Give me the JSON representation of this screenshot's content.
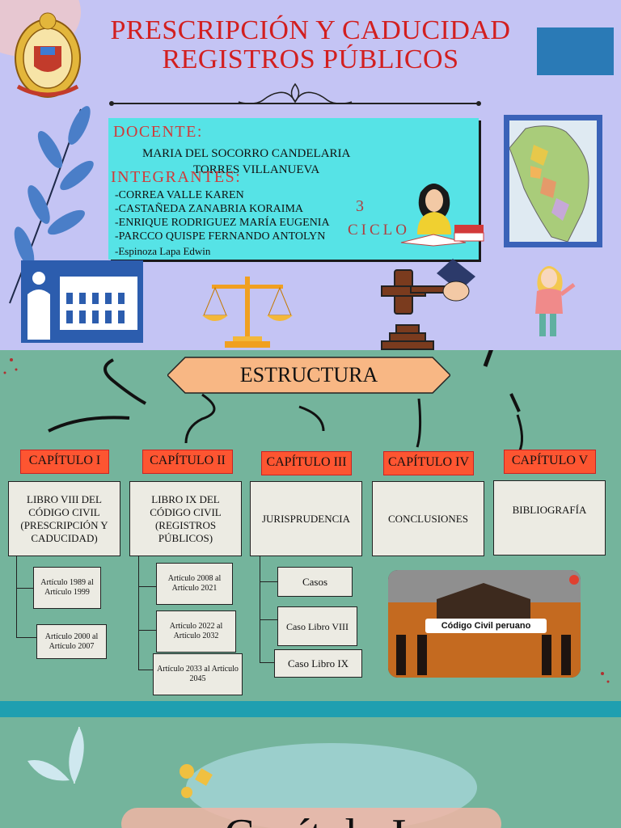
{
  "title": {
    "line1": "PRESCRIPCIÓN Y CADUCIDAD",
    "line2": "REGISTROS PÚBLICOS"
  },
  "info": {
    "docente_label": "DOCENTE:",
    "docente_name_1": "MARIA DEL SOCORRO CANDELARIA",
    "docente_name_2": "TORRES VILLANUEVA",
    "integrantes_label": "INTEGRANTES:",
    "members": [
      "-CORREA VALLE KAREN",
      "-CASTAÑEDA ZANABRIA KORAIMA",
      "-ENRIQUE RODRIGUEZ MARÍA EUGENIA",
      "-PARCCO QUISPE FERNANDO ANTOLYN",
      "-Espinoza Lapa Edwin"
    ],
    "cycle_number": "3",
    "cycle_label": "CICLO"
  },
  "estructura": "ESTRUCTURA",
  "chapters": [
    {
      "label": "CAPÍTULO I",
      "content": "LIBRO VIII DEL CÓDIGO CIVIL (PRESCRIPCIÓN Y CADUCIDAD)"
    },
    {
      "label": "CAPÍTULO II",
      "content": "LIBRO IX DEL CÓDIGO CIVIL (REGISTROS PÚBLICOS)"
    },
    {
      "label": "CAPÍTULO III",
      "content": "JURISPRUDENCIA"
    },
    {
      "label": "CAPÍTULO IV",
      "content": "CONCLUSIONES"
    },
    {
      "label": "CAPÍTULO V",
      "content": "BIBLIOGRAFÍA"
    }
  ],
  "sub1": [
    "Artículo 1989 al Artículo 1999",
    "Artículo 2000 al Artículo 2007"
  ],
  "sub2": [
    "Artículo 2008 al Artículo 2021",
    "Artículo 2022 al Artículo 2032",
    "Artículo 2033 al Artículo 2045"
  ],
  "sub3": [
    "Casos",
    "Caso Libro VIII",
    "Caso Libro IX"
  ],
  "photo_caption": "Código Civil peruano",
  "bottom_title": "Capítulo I",
  "colors": {
    "top_bg": "#c4c4f4",
    "mid_bg": "#74b49c",
    "title_red": "#d21f1f",
    "chapter_orange": "#fd5531",
    "cyan": "#56e3e6"
  }
}
